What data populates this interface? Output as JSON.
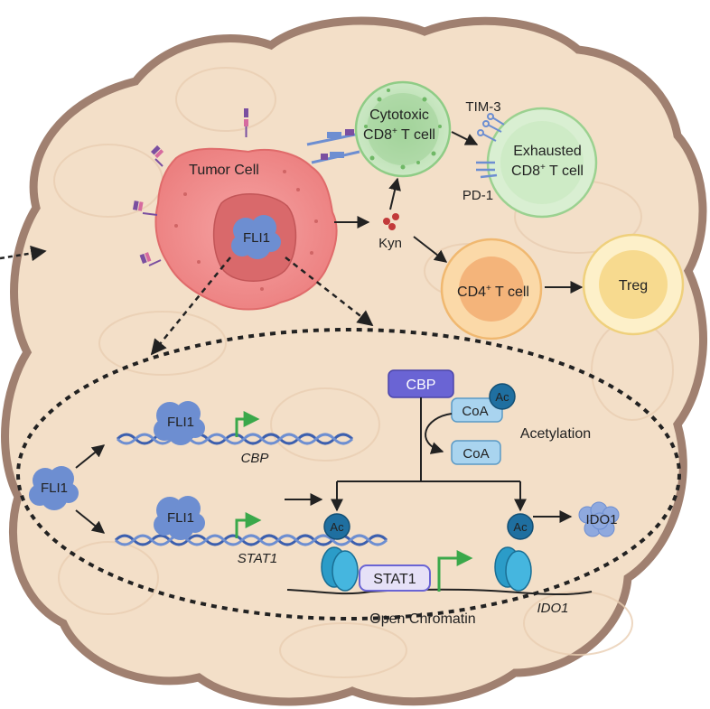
{
  "cells": {
    "tumor_label": "Tumor Cell",
    "fli1_nucleus": "FLI1",
    "cytotoxic_line1": "Cytotoxic",
    "cytotoxic_line2_pre": "CD8",
    "cytotoxic_line2_sup": "+",
    "cytotoxic_line2_post": " T cell",
    "tim3": "TIM-3",
    "exhausted_line1": "Exhausted",
    "exhausted_line2_pre": "CD8",
    "exhausted_line2_sup": "+",
    "exhausted_line2_post": " T cell",
    "pd1": "PD-1",
    "kyn": "Kyn",
    "cd4_pre": "CD4",
    "cd4_sup": "+",
    "cd4_post": " T cell",
    "treg": "Treg"
  },
  "mechanism": {
    "fli1_source": "FLI1",
    "fli1_top": "FLI1",
    "gene_top": "CBP",
    "fli1_bottom": "FLI1",
    "gene_bottom": "STAT1",
    "cbp_box": "CBP",
    "coa_ac": "CoA",
    "ac_on_coa": "Ac",
    "acetylation": "Acetylation",
    "coa_free": "CoA",
    "ac_left": "Ac",
    "ac_right": "Ac",
    "stat1_box": "STAT1",
    "ido1_protein": "IDO1",
    "ido1_gene": "IDO1",
    "open_chromatin": "Open Chromatin"
  },
  "colors": {
    "tme_fill": "#f3dfc8",
    "tme_border": "#a08070",
    "tumor": "#f08d8d",
    "fli1_blob": "#6d8ed1",
    "t_cell_green": "#b6dfb0",
    "cd4_orange": "#f6c689",
    "treg_yellow": "#fbe6a6",
    "cbp_purple": "#6a64d4",
    "coa_blue": "#a9d4ef",
    "nucleosome": "#2b9cc8",
    "gene_arrow": "#3aa84a"
  }
}
